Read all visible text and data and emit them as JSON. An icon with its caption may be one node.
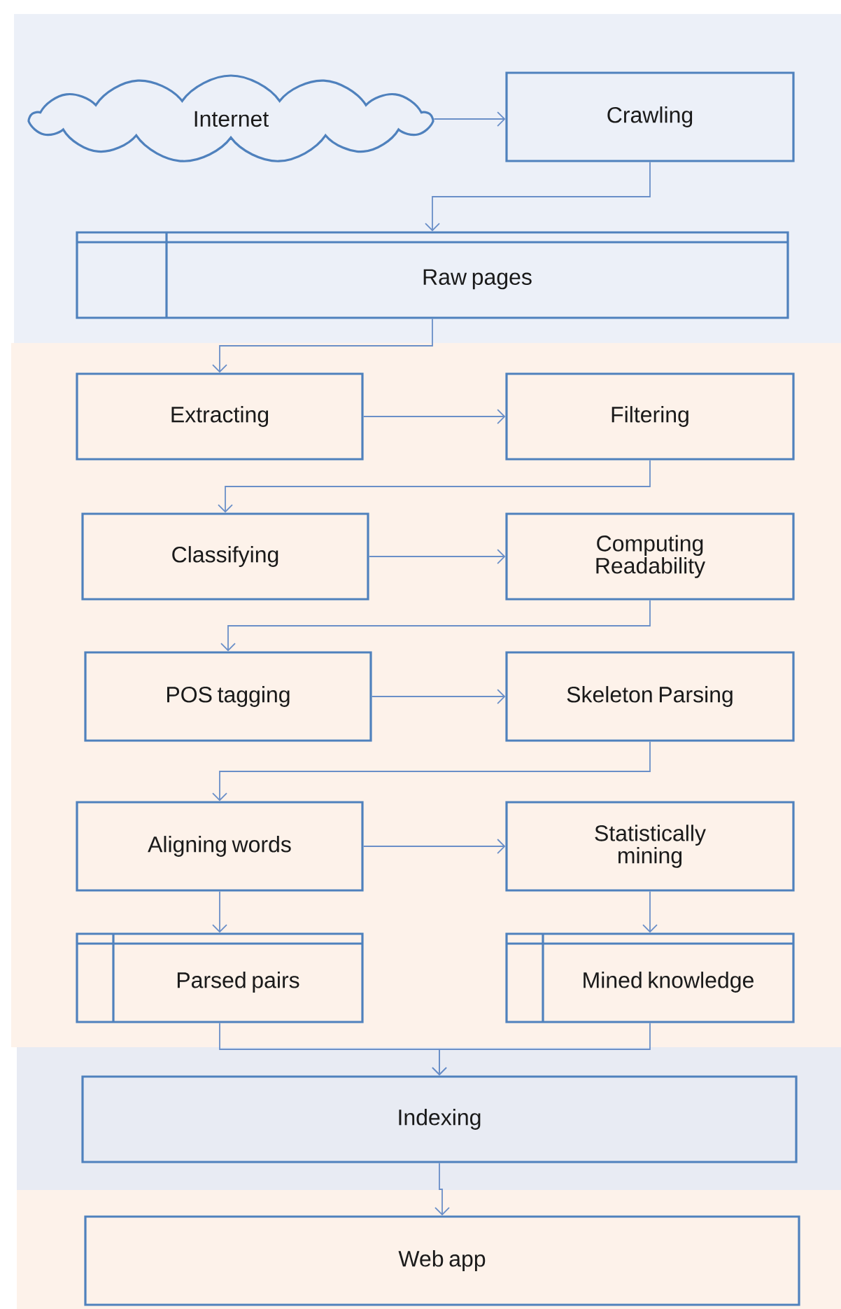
{
  "diagram": {
    "nodes": [
      {
        "text": [
          "Internet"
        ]
      },
      {
        "text": [
          "Crawling"
        ]
      },
      {
        "text": [
          "Raw pages"
        ]
      },
      {
        "text": [
          "Extracting"
        ]
      },
      {
        "text": [
          "Filtering"
        ]
      },
      {
        "text": [
          "Classifying"
        ]
      },
      {
        "text": [
          "Computing Readability"
        ]
      },
      {
        "text": [
          "POS tagging"
        ]
      },
      {
        "text": [
          "Skeleton Parsing"
        ]
      },
      {
        "text": [
          "Aligning words"
        ]
      },
      {
        "text": [
          "Statistically mining"
        ]
      },
      {
        "text": [
          "Parsed pairs"
        ]
      },
      {
        "text": [
          "Mined knowledge"
        ]
      },
      {
        "text": [
          "Indexing"
        ]
      },
      {
        "text": [
          "Web app"
        ]
      }
    ],
    "edges": [
      {
        "from": 0,
        "to": 1,
        "arrow": "to"
      },
      {
        "from": 1,
        "to": 2,
        "arrow": "to"
      },
      {
        "from": 2,
        "to": 3,
        "arrow": "to"
      },
      {
        "from": 3,
        "to": 4,
        "arrow": "to"
      },
      {
        "from": 4,
        "to": 5,
        "arrow": "to"
      },
      {
        "from": 5,
        "to": 6,
        "arrow": "to"
      },
      {
        "from": 6,
        "to": 7,
        "arrow": "to"
      },
      {
        "from": 7,
        "to": 8,
        "arrow": "to"
      },
      {
        "from": 8,
        "to": 9,
        "arrow": "to"
      },
      {
        "from": 9,
        "to": 10,
        "arrow": "to"
      },
      {
        "from": 9,
        "to": 11,
        "arrow": "to"
      },
      {
        "from": 10,
        "to": 12,
        "arrow": "to"
      },
      {
        "from": 11,
        "to": 13,
        "arrow": "to"
      },
      {
        "from": 12,
        "to": 13,
        "arrow": "to"
      },
      {
        "from": 13,
        "to": 14,
        "arrow": "to"
      }
    ]
  }
}
